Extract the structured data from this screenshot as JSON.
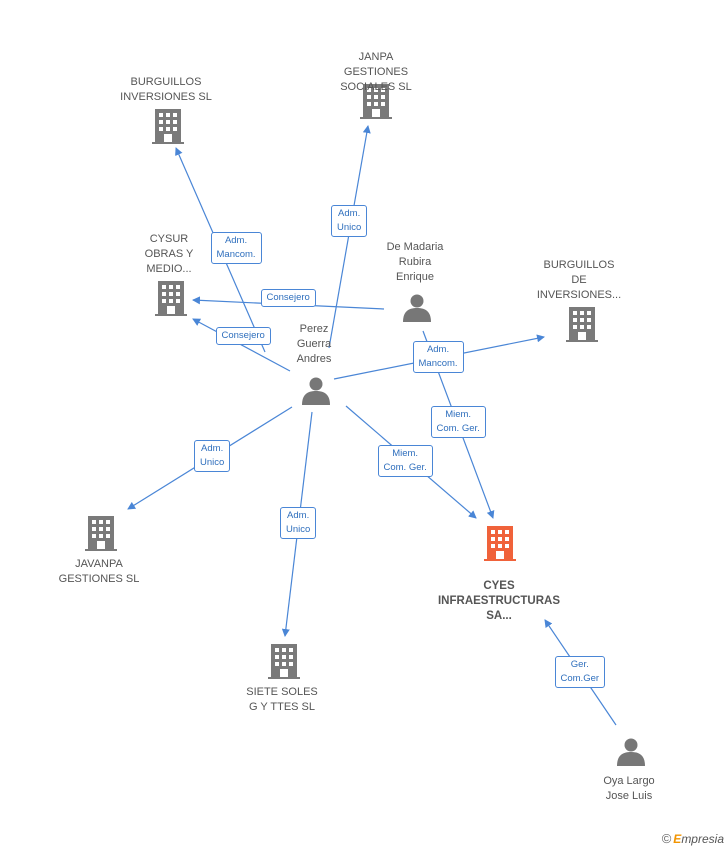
{
  "colors": {
    "company": "#7a7a7a",
    "focus_company": "#f0623a",
    "person": "#777777",
    "edge": "#4a86d6"
  },
  "nodes": [
    {
      "id": "janpa",
      "kind": "company",
      "label": "JANPA\nGESTIONES\nSOCIALES SL"
    },
    {
      "id": "burguillos_inv",
      "kind": "company",
      "label": "BURGUILLOS\nINVERSIONES SL"
    },
    {
      "id": "cysur",
      "kind": "company",
      "label": "CYSUR\nOBRAS Y\nMEDIO..."
    },
    {
      "id": "de_madaria",
      "kind": "person",
      "label": "De Madaria\nRubira\nEnrique"
    },
    {
      "id": "burguillos_de_inv",
      "kind": "company",
      "label": "BURGUILLOS\nDE\nINVERSIONES..."
    },
    {
      "id": "perez",
      "kind": "person",
      "label": "Perez\nGuerra\nAndres"
    },
    {
      "id": "javanpa",
      "kind": "company",
      "label": "JAVANPA\nGESTIONES  SL"
    },
    {
      "id": "cyes",
      "kind": "focus",
      "label": "CYES\nINFRAESTRUCTURAS\nSA..."
    },
    {
      "id": "siete",
      "kind": "company",
      "label": "SIETE SOLES\nG Y TTES SL"
    },
    {
      "id": "oya",
      "kind": "person",
      "label": "Oya Largo\nJose Luis"
    }
  ],
  "edges": [
    {
      "from": "perez",
      "to": "burguillos_inv",
      "label": "Adm.\nMancom."
    },
    {
      "from": "perez",
      "to": "janpa",
      "label": "Adm.\nUnico"
    },
    {
      "from": "de_madaria",
      "to": "cysur",
      "label": "Consejero"
    },
    {
      "from": "perez",
      "to": "cysur",
      "label": "Consejero"
    },
    {
      "from": "perez",
      "to": "burguillos_de_inv",
      "label": "Adm.\nMancom."
    },
    {
      "from": "de_madaria",
      "to": "cyes",
      "label": "Miem.\nCom. Ger."
    },
    {
      "from": "perez",
      "to": "cyes",
      "label": "Miem.\nCom. Ger."
    },
    {
      "from": "perez",
      "to": "javanpa",
      "label": "Adm.\nUnico"
    },
    {
      "from": "perez",
      "to": "siete",
      "label": "Adm.\nUnico"
    },
    {
      "from": "oya",
      "to": "cyes",
      "label": "Ger.\nCom.Ger"
    }
  ],
  "brand": {
    "copyright": "©",
    "first": "E",
    "rest": "mpresia"
  }
}
